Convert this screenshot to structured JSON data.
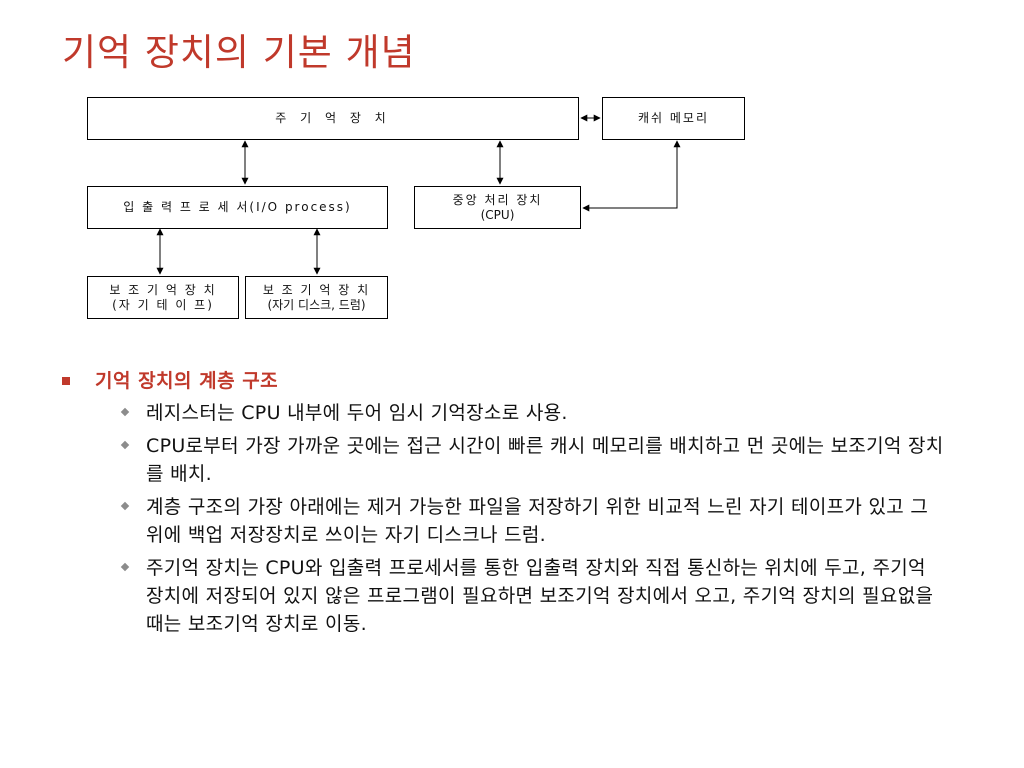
{
  "slide": {
    "title": "기억 장치의 기본 개념"
  },
  "diagram": {
    "main_memory": "주 기 억 장 치",
    "cache_memory": "캐쉬 메모리",
    "io_processor": "입 출 력 프 로 세 서(I/O process)",
    "cpu_line1": "중앙 처리 장치",
    "cpu_line2": "(CPU)",
    "aux_tape_line1": "보 조 기 억  장 치",
    "aux_tape_line2": "(자 기 테 이 프)",
    "aux_disk_line1": "보 조 기 억  장 치",
    "aux_disk_line2": "(자기 디스크, 드럼)"
  },
  "content": {
    "heading": "기억 장치의 계층 구조",
    "items": [
      "레지스터는 CPU 내부에 두어 임시 기억장소로 사용.",
      "CPU로부터 가장 가까운 곳에는 접근 시간이 빠른 캐시 메모리를 배치하고 먼 곳에는 보조기억 장치를 배치.",
      "계층 구조의 가장 아래에는 제거 가능한 파일을 저장하기 위한 비교적 느린 자기 테이프가 있고 그 위에 백업 저장장치로 쓰이는 자기 디스크나 드럼.",
      "주기억 장치는 CPU와 입출력 프로세서를 통한 입출력 장치와 직접 통신하는 위치에 두고, 주기억 장치에 저장되어 있지 않은 프로그램이 필요하면 보조기억 장치에서 오고, 주기억 장치의 필요없을 때는 보조기억 장치로 이동."
    ]
  },
  "colors": {
    "title": "#c0392b",
    "bullet_square": "#c0392b",
    "bullet_diamond": "#8c8c8c"
  }
}
